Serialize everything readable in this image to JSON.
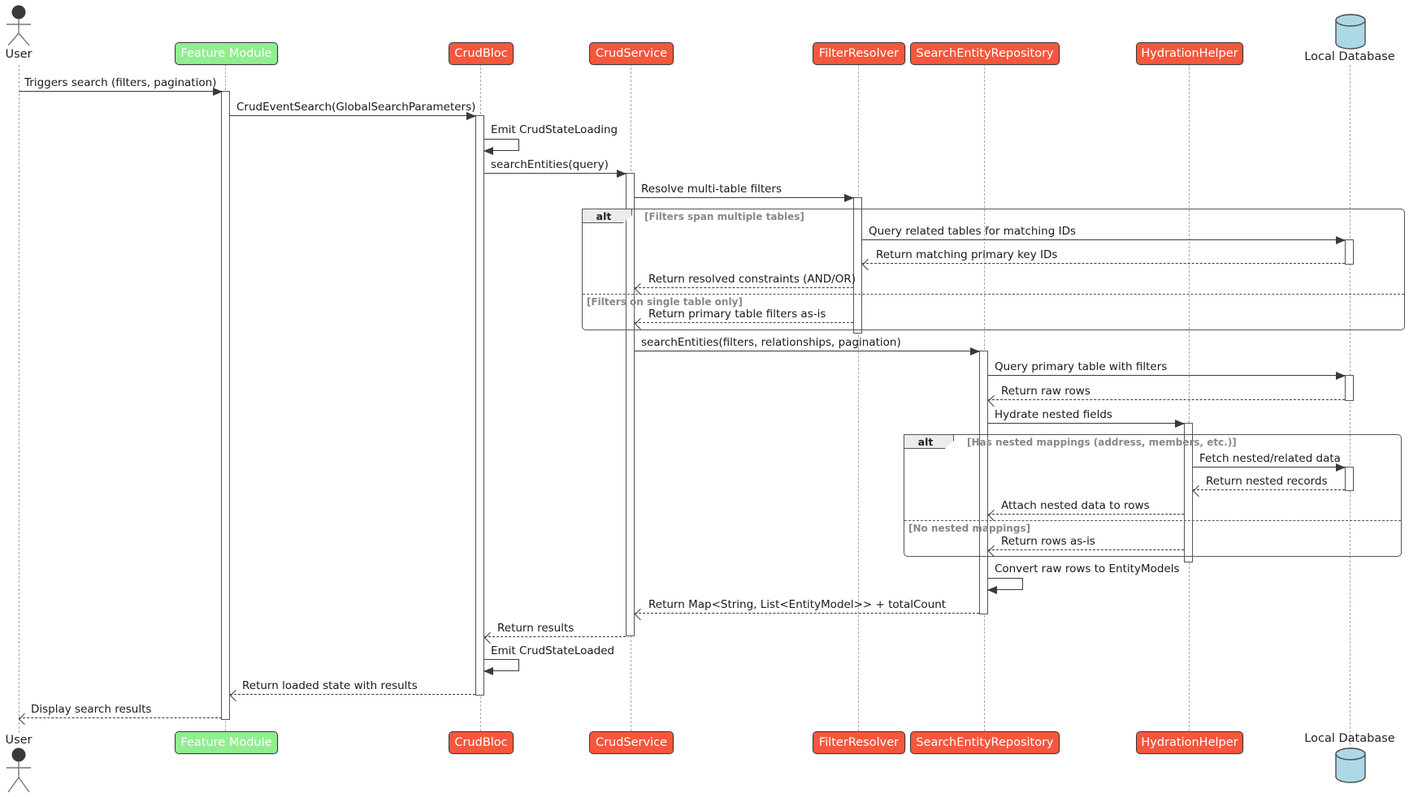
{
  "diagram": {
    "kind": "uml-sequence"
  },
  "participants": [
    {
      "id": "user",
      "label": "User",
      "kind": "actor"
    },
    {
      "id": "feature-module",
      "label": "Feature Module",
      "kind": "participant",
      "fill": "#90EE90"
    },
    {
      "id": "crud-bloc",
      "label": "CrudBloc",
      "kind": "participant",
      "fill": "#F4573C"
    },
    {
      "id": "crud-service",
      "label": "CrudService",
      "kind": "participant",
      "fill": "#F4573C"
    },
    {
      "id": "filter-resolver",
      "label": "FilterResolver",
      "kind": "participant",
      "fill": "#F4573C"
    },
    {
      "id": "search-entity-repository",
      "label": "SearchEntityRepository",
      "kind": "participant",
      "fill": "#F4573C"
    },
    {
      "id": "hydration-helper",
      "label": "HydrationHelper",
      "kind": "participant",
      "fill": "#F4573C"
    },
    {
      "id": "local-database",
      "label": "Local Database",
      "kind": "database",
      "fill": "#ADD8E6"
    }
  ],
  "messages": [
    {
      "label": "Triggers search (filters, pagination)",
      "from": "user",
      "to": "feature-module",
      "style": "solid"
    },
    {
      "label": "CrudEventSearch(GlobalSearchParameters)",
      "from": "feature-module",
      "to": "crud-bloc",
      "style": "solid"
    },
    {
      "label": "Emit CrudStateLoading",
      "from": "crud-bloc",
      "to": "crud-bloc",
      "style": "self"
    },
    {
      "label": "searchEntities(query)",
      "from": "crud-bloc",
      "to": "crud-service",
      "style": "solid"
    },
    {
      "label": "Resolve multi-table filters",
      "from": "crud-service",
      "to": "filter-resolver",
      "style": "solid"
    },
    {
      "label": "Query related tables for matching IDs",
      "from": "filter-resolver",
      "to": "local-database",
      "style": "solid"
    },
    {
      "label": "Return matching primary key IDs",
      "from": "local-database",
      "to": "filter-resolver",
      "style": "dashed"
    },
    {
      "label": "Return resolved constraints (AND/OR)",
      "from": "filter-resolver",
      "to": "crud-service",
      "style": "dashed"
    },
    {
      "label": "Return primary table filters as-is",
      "from": "filter-resolver",
      "to": "crud-service",
      "style": "dashed"
    },
    {
      "label": "searchEntities(filters, relationships, pagination)",
      "from": "crud-service",
      "to": "search-entity-repository",
      "style": "solid"
    },
    {
      "label": "Query primary table with filters",
      "from": "search-entity-repository",
      "to": "local-database",
      "style": "solid"
    },
    {
      "label": "Return raw rows",
      "from": "local-database",
      "to": "search-entity-repository",
      "style": "dashed"
    },
    {
      "label": "Hydrate nested fields",
      "from": "search-entity-repository",
      "to": "hydration-helper",
      "style": "solid"
    },
    {
      "label": "Fetch nested/related data",
      "from": "hydration-helper",
      "to": "local-database",
      "style": "solid"
    },
    {
      "label": "Return nested records",
      "from": "local-database",
      "to": "hydration-helper",
      "style": "dashed"
    },
    {
      "label": "Attach nested data to rows",
      "from": "hydration-helper",
      "to": "search-entity-repository",
      "style": "dashed"
    },
    {
      "label": "Return rows as-is",
      "from": "hydration-helper",
      "to": "search-entity-repository",
      "style": "dashed"
    },
    {
      "label": "Convert raw rows to EntityModels",
      "from": "search-entity-repository",
      "to": "search-entity-repository",
      "style": "self"
    },
    {
      "label": "Return Map<String, List<EntityModel>> + totalCount",
      "from": "search-entity-repository",
      "to": "crud-service",
      "style": "dashed"
    },
    {
      "label": "Return results",
      "from": "crud-service",
      "to": "crud-bloc",
      "style": "dashed"
    },
    {
      "label": "Emit CrudStateLoaded",
      "from": "crud-bloc",
      "to": "crud-bloc",
      "style": "self"
    },
    {
      "label": "Return loaded state with results",
      "from": "crud-bloc",
      "to": "feature-module",
      "style": "dashed"
    },
    {
      "label": "Display search results",
      "from": "feature-module",
      "to": "user",
      "style": "dashed"
    }
  ],
  "frames": [
    {
      "operator": "alt",
      "guard_top": "[Filters span multiple tables]",
      "guard_bottom": "[Filters on single table only]"
    },
    {
      "operator": "alt",
      "guard_top": "[Has nested mappings (address, members, etc.)]",
      "guard_bottom": "[No nested mappings]"
    }
  ],
  "colors": {
    "participant_red": "#F4573C",
    "participant_green": "#90EE90",
    "database_blue": "#ADD8E6",
    "border_dark": "#383838",
    "message_line": "#3A3A3A",
    "lifeline_gray": "#AAAAAA",
    "frame_border": "#555555",
    "guard_text": "#888888"
  }
}
